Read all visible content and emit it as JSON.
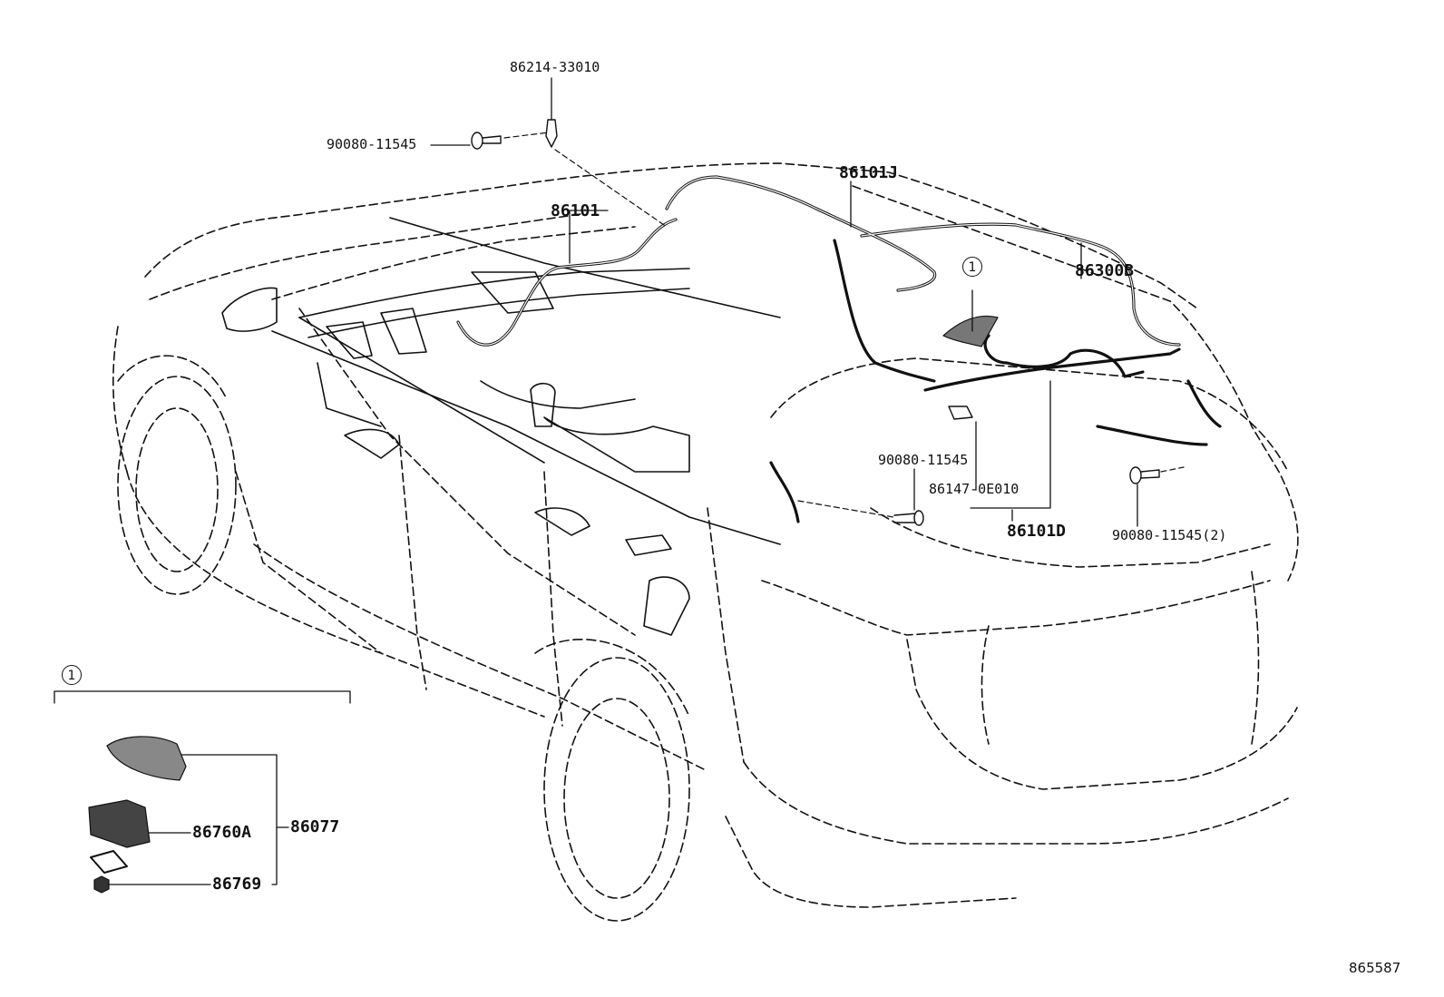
{
  "callouts": {
    "p86214": "86214-33010",
    "p90080_top": "90080-11545",
    "p86101": "86101",
    "p86101J": "86101J",
    "p86300B": "86300B",
    "p90080_mid": "90080-11545",
    "p86147": "86147-0E010",
    "p86101D": "86101D",
    "p90080_right": "90080-11545(2)"
  },
  "inset": {
    "marker": "1",
    "p86077": "86077",
    "p86760A": "86760A",
    "p86769": "86769"
  },
  "roof_marker": "1",
  "reference_number": "865587"
}
